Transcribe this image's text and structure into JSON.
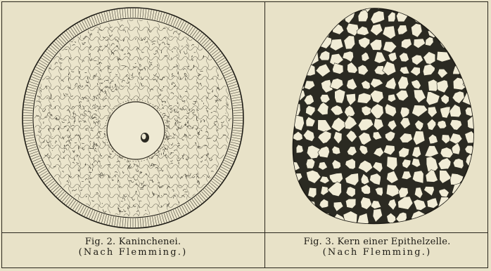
{
  "figures": [
    {
      "id": "fig2",
      "caption_title": "Fig. 2. Kaninchenei.",
      "caption_credit": "(Nach Flemming.)",
      "image_type": "ovum-drawing"
    },
    {
      "id": "fig3",
      "caption_title": "Fig. 3. Kern einer Epithelzelle.",
      "caption_credit": "(Nach Flemming.)",
      "image_type": "nucleus-drawing"
    }
  ],
  "colors": {
    "paper": "#e8e2c8",
    "ink": "#1c1a14",
    "chromatin": "#2b2a22"
  }
}
